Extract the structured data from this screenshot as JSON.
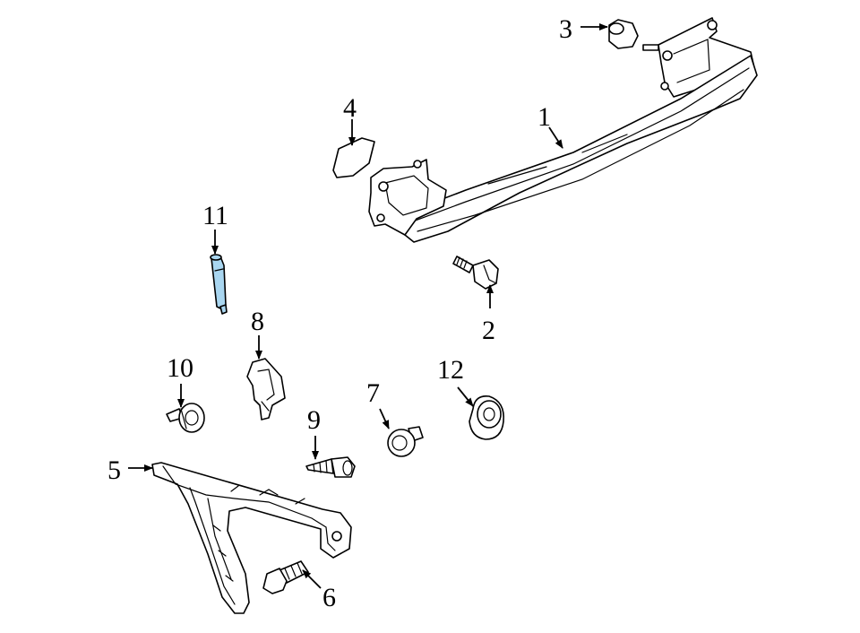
{
  "callouts": {
    "c1": "1",
    "c2": "2",
    "c3": "3",
    "c4": "4",
    "c5": "5",
    "c6": "6",
    "c7": "7",
    "c8": "8",
    "c9": "9",
    "c10": "10",
    "c11": "11",
    "c12": "12"
  },
  "colors": {
    "highlight": "#a9d6f0",
    "line": "#000000",
    "background": "#ffffff"
  },
  "highlighted_part": "11"
}
